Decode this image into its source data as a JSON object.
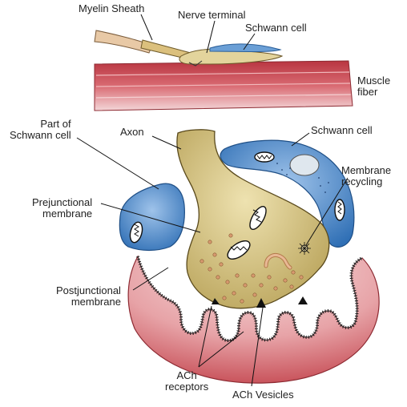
{
  "labels": {
    "myelin_sheath": "Myelin Sheath",
    "nerve_terminal": "Nerve terminal",
    "schwann_cell_top": "Schwann cell",
    "muscle_fiber": [
      "Muscle",
      "fiber"
    ],
    "part_of_schwann_cell": [
      "Part of",
      "Schwann cell"
    ],
    "axon": "Axon",
    "schwann_cell_detail": "Schwann cell",
    "membrane_recycling": [
      "Membrane",
      "recycling"
    ],
    "prejunctional_membrane": [
      "Prejunctional",
      "membrane"
    ],
    "postjunctional_membrane": [
      "Postjunctional",
      "membrane"
    ],
    "ach_receptors": [
      "ACh",
      "receptors"
    ],
    "ach_vesicles": "ACh Vesicles"
  },
  "colors": {
    "muscle": "#c0404a",
    "muscle_light": "#e8a9ad",
    "axon": "#c9b56a",
    "axon_light": "#e7dba7",
    "schwann": "#3f7fc1",
    "schwann_light": "#b9d3ee",
    "myelin": "#e6c8a2",
    "vesicle": "#d79a6f",
    "outline": "#1a1a1a"
  }
}
